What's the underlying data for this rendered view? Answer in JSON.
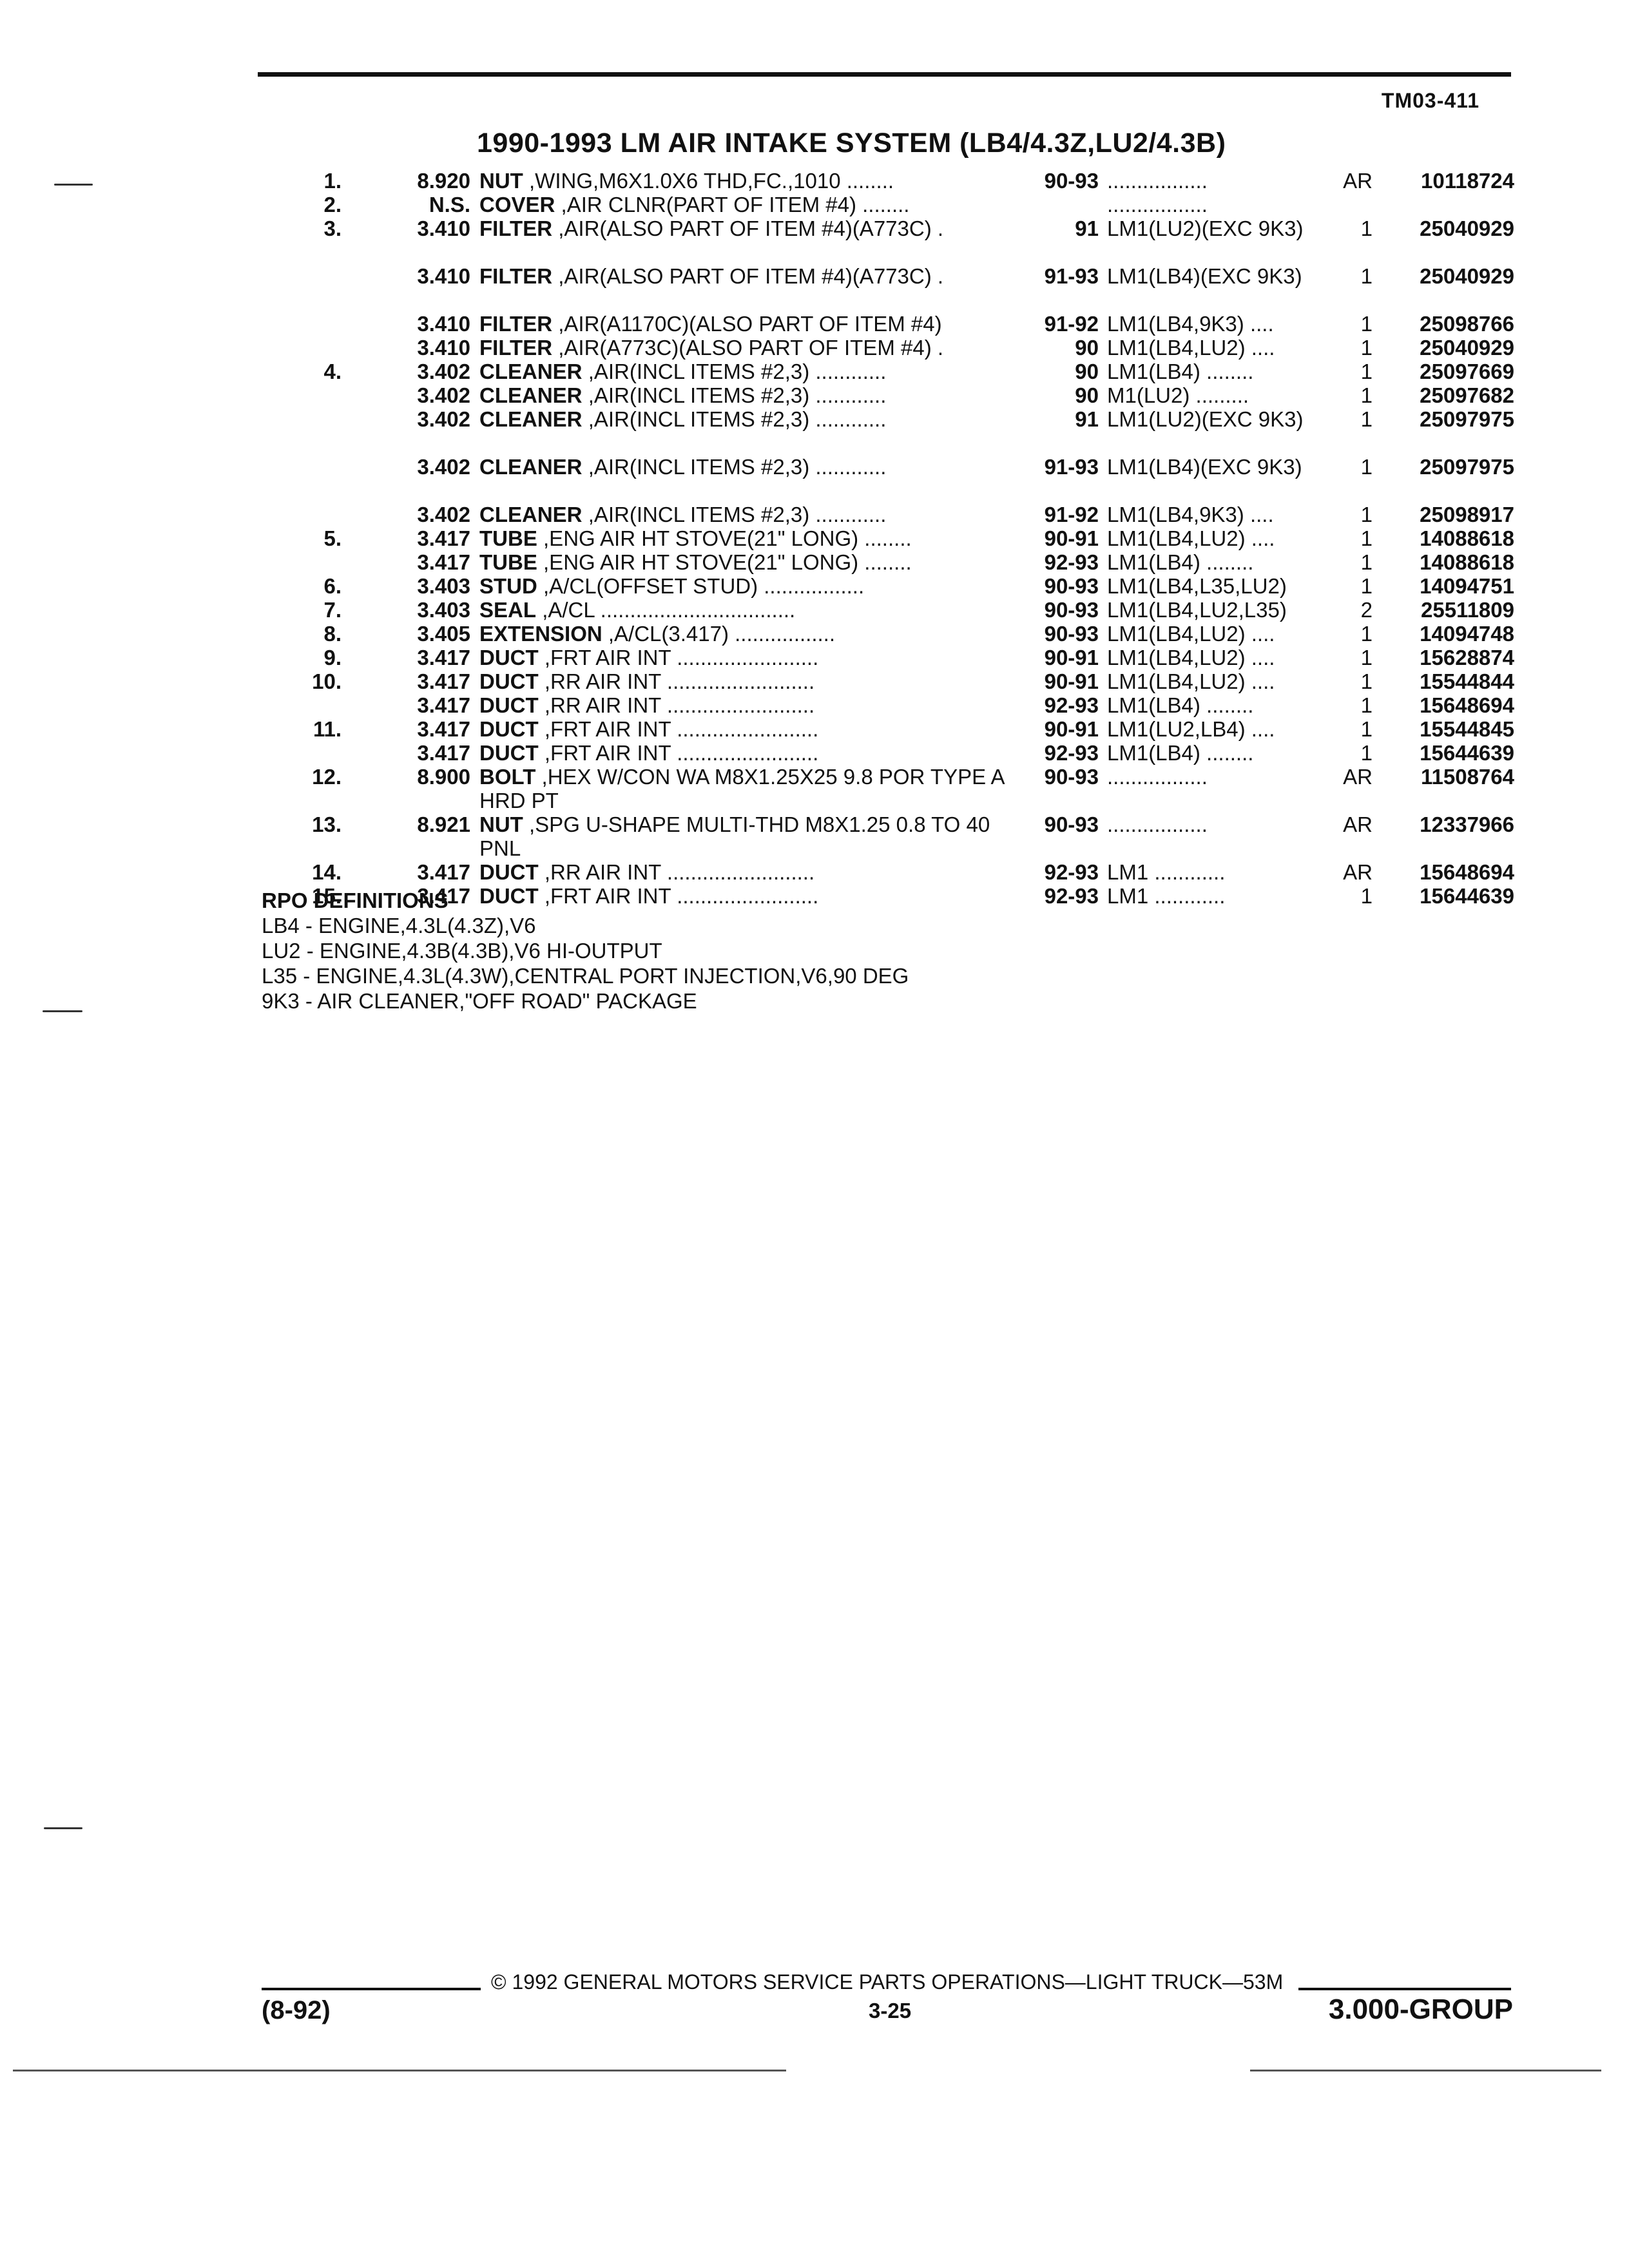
{
  "header": {
    "doc_id": "TM03-411",
    "title": "1990-1993 LM AIR INTAKE SYSTEM (LB4/4.3Z,LU2/4.3B)"
  },
  "parts": [
    {
      "item": "1.",
      "group": "8.920",
      "name": "NUT",
      "desc": ",WING,M6X1.0X6 THD,FC.,1010 ........",
      "years": "90-93",
      "model": ".................",
      "qty": "AR",
      "part": "10118724"
    },
    {
      "item": "2.",
      "group": "N.S.",
      "name": "COVER",
      "desc": ",AIR CLNR(PART OF ITEM #4) ........",
      "years": "",
      "model": ".................",
      "qty": "",
      "part": ""
    },
    {
      "item": "3.",
      "group": "3.410",
      "name": "FILTER",
      "desc": ",AIR(ALSO PART OF ITEM #4)(A773C) .",
      "years": "91",
      "model": "LM1(LU2)(EXC 9K3)",
      "qty": "1",
      "part": "25040929"
    },
    {
      "item": "",
      "group": "3.410",
      "name": "FILTER",
      "desc": ",AIR(ALSO PART OF ITEM #4)(A773C) .",
      "years": "91-93",
      "model": "LM1(LB4)(EXC 9K3)",
      "qty": "1",
      "part": "25040929"
    },
    {
      "item": "",
      "group": "3.410",
      "name": "FILTER",
      "desc": ",AIR(A1170C)(ALSO PART OF ITEM #4)",
      "years": "91-92",
      "model": "LM1(LB4,9K3) ....",
      "qty": "1",
      "part": "25098766"
    },
    {
      "item": "",
      "group": "3.410",
      "name": "FILTER",
      "desc": ",AIR(A773C)(ALSO PART OF ITEM #4) .",
      "years": "90",
      "model": "LM1(LB4,LU2) ....",
      "qty": "1",
      "part": "25040929"
    },
    {
      "item": "4.",
      "group": "3.402",
      "name": "CLEANER",
      "desc": ",AIR(INCL ITEMS #2,3) ............",
      "years": "90",
      "model": "LM1(LB4) ........",
      "qty": "1",
      "part": "25097669"
    },
    {
      "item": "",
      "group": "3.402",
      "name": "CLEANER",
      "desc": ",AIR(INCL ITEMS #2,3) ............",
      "years": "90",
      "model": "M1(LU2) .........",
      "qty": "1",
      "part": "25097682"
    },
    {
      "item": "",
      "group": "3.402",
      "name": "CLEANER",
      "desc": ",AIR(INCL ITEMS #2,3) ............",
      "years": "91",
      "model": "LM1(LU2)(EXC 9K3)",
      "qty": "1",
      "part": "25097975"
    },
    {
      "item": "",
      "group": "3.402",
      "name": "CLEANER",
      "desc": ",AIR(INCL ITEMS #2,3) ............",
      "years": "91-93",
      "model": "LM1(LB4)(EXC 9K3)",
      "qty": "1",
      "part": "25097975"
    },
    {
      "item": "",
      "group": "3.402",
      "name": "CLEANER",
      "desc": ",AIR(INCL ITEMS #2,3) ............",
      "years": "91-92",
      "model": "LM1(LB4,9K3) ....",
      "qty": "1",
      "part": "25098917"
    },
    {
      "item": "5.",
      "group": "3.417",
      "name": "TUBE",
      "desc": ",ENG AIR HT STOVE(21\" LONG) ........",
      "years": "90-91",
      "model": "LM1(LB4,LU2) ....",
      "qty": "1",
      "part": "14088618"
    },
    {
      "item": "",
      "group": "3.417",
      "name": "TUBE",
      "desc": ",ENG AIR HT STOVE(21\" LONG) ........",
      "years": "92-93",
      "model": "LM1(LB4) ........",
      "qty": "1",
      "part": "14088618"
    },
    {
      "item": "6.",
      "group": "3.403",
      "name": "STUD",
      "desc": ",A/CL(OFFSET STUD) .................",
      "years": "90-93",
      "model": "LM1(LB4,L35,LU2)",
      "qty": "1",
      "part": "14094751"
    },
    {
      "item": "7.",
      "group": "3.403",
      "name": "SEAL",
      "desc": ",A/CL .................................",
      "years": "90-93",
      "model": "LM1(LB4,LU2,L35)",
      "qty": "2",
      "part": "25511809"
    },
    {
      "item": "8.",
      "group": "3.405",
      "name": "EXTENSION",
      "desc": ",A/CL(3.417) .................",
      "years": "90-93",
      "model": "LM1(LB4,LU2) ....",
      "qty": "1",
      "part": "14094748"
    },
    {
      "item": "9.",
      "group": "3.417",
      "name": "DUCT",
      "desc": ",FRT AIR INT ........................",
      "years": "90-91",
      "model": "LM1(LB4,LU2) ....",
      "qty": "1",
      "part": "15628874"
    },
    {
      "item": "10.",
      "group": "3.417",
      "name": "DUCT",
      "desc": ",RR AIR INT .........................",
      "years": "90-91",
      "model": "LM1(LB4,LU2) ....",
      "qty": "1",
      "part": "15544844"
    },
    {
      "item": "",
      "group": "3.417",
      "name": "DUCT",
      "desc": ",RR AIR INT .........................",
      "years": "92-93",
      "model": "LM1(LB4) ........",
      "qty": "1",
      "part": "15648694"
    },
    {
      "item": "11.",
      "group": "3.417",
      "name": "DUCT",
      "desc": ",FRT AIR INT ........................",
      "years": "90-91",
      "model": "LM1(LU2,LB4) ....",
      "qty": "1",
      "part": "15544845"
    },
    {
      "item": "",
      "group": "3.417",
      "name": "DUCT",
      "desc": ",FRT AIR INT ........................",
      "years": "92-93",
      "model": "LM1(LB4) ........",
      "qty": "1",
      "part": "15644639"
    },
    {
      "item": "12.",
      "group": "8.900",
      "name": "BOLT",
      "desc": ",HEX W/CON WA M8X1.25X25 9.8 POR TYPE A HRD PT",
      "years": "90-93",
      "model": ".................",
      "qty": "AR",
      "part": "11508764"
    },
    {
      "item": "13.",
      "group": "8.921",
      "name": "NUT",
      "desc": ",SPG U-SHAPE MULTI-THD M8X1.25 0.8 TO 40 PNL",
      "years": "90-93",
      "model": ".................",
      "qty": "AR",
      "part": "12337966"
    },
    {
      "item": "14.",
      "group": "3.417",
      "name": "DUCT",
      "desc": ",RR AIR INT .........................",
      "years": "92-93",
      "model": "LM1 ............",
      "qty": "AR",
      "part": "15648694"
    },
    {
      "item": "15.",
      "group": "3.417",
      "name": "DUCT",
      "desc": ",FRT AIR INT ........................",
      "years": "92-93",
      "model": "LM1 ............",
      "qty": "1",
      "part": "15644639"
    }
  ],
  "rpo": {
    "title": "RPO DEFINITIONS",
    "lines": [
      "LB4 - ENGINE,4.3L(4.3Z),V6",
      "LU2 - ENGINE,4.3B(4.3B),V6 HI-OUTPUT",
      "L35 - ENGINE,4.3L(4.3W),CENTRAL PORT INJECTION,V6,90 DEG",
      "9K3 - AIR CLEANER,\"OFF ROAD\" PACKAGE"
    ]
  },
  "footer": {
    "copyright": "© 1992 GENERAL MOTORS SERVICE PARTS OPERATIONS—LIGHT TRUCK—53M",
    "code": "(8-92)",
    "page": "3-25",
    "group": "3.000-GROUP"
  }
}
